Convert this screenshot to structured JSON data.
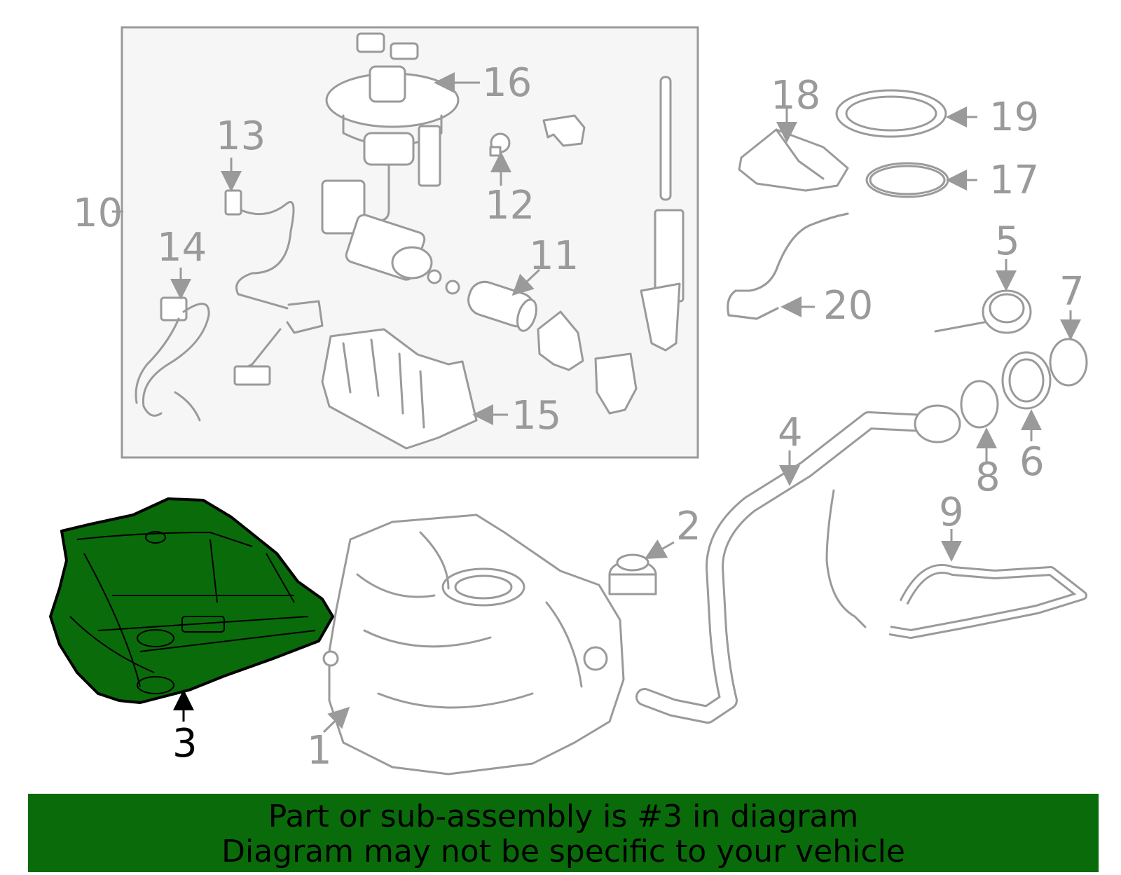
{
  "callouts": {
    "c1": "1",
    "c2": "2",
    "c3": "3",
    "c4": "4",
    "c5": "5",
    "c6": "6",
    "c7": "7",
    "c8": "8",
    "c9": "9",
    "c10": "10",
    "c11": "11",
    "c12": "12",
    "c13": "13",
    "c14": "14",
    "c15": "15",
    "c16": "16",
    "c17": "17",
    "c18": "18",
    "c19": "19",
    "c20": "20"
  },
  "highlighted_part": "3",
  "banner": {
    "line1": "Part or sub-assembly is #3 in diagram",
    "line2": "Diagram may not be specific to your vehicle"
  },
  "colors": {
    "highlight": "#0a6b0a",
    "line_art": "#9a9a9a",
    "inset_background": "#f6f6f6"
  }
}
